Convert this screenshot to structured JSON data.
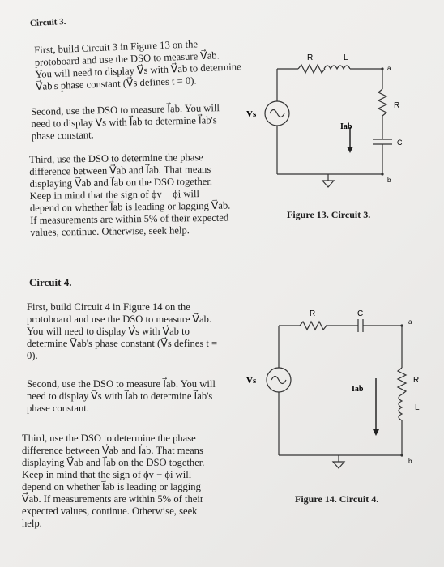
{
  "circuit3": {
    "heading": "Circuit 3.",
    "para1": [
      "First, build Circuit 3 in Figure 13 on the",
      "protoboard and use the DSO to measure V⃗ab.",
      "You will need to display V⃗s with V⃗ab to determine",
      "V⃗ab's phase constant (V⃗s defines t = 0)."
    ],
    "para2": [
      "Second, use the DSO to measure I⃗ab. You will",
      "need to display V⃗s with I⃗ab to determine I⃗ab's",
      "phase constant."
    ],
    "para3": [
      "Third, use the DSO to determine the phase",
      "difference between V⃗ab and I⃗ab. That means",
      "displaying V⃗ab and I⃗ab on the DSO together.",
      "Keep in mind that the sign of ϕv − ϕi will",
      "depend on whether I⃗ab is leading or lagging V⃗ab.",
      "If measurements are within 5% of their expected",
      "values, continue. Otherwise, seek help."
    ],
    "figure_caption": "Figure 13. Circuit 3.",
    "labels": {
      "R_top": "R",
      "L_top": "L",
      "a": "a",
      "b": "b",
      "R_side": "R",
      "C_side": "C",
      "Vs": "Vs",
      "Iab": "Iab"
    }
  },
  "circuit4": {
    "heading": "Circuit 4.",
    "para1": [
      "First, build Circuit 4 in Figure 14 on the",
      "protoboard and use the DSO to measure V⃗ab.",
      "You will need to display V⃗s with V⃗ab to",
      "determine V⃗ab's phase constant (V⃗s defines t =",
      "0)."
    ],
    "para2": [
      "Second, use the DSO to measure I⃗ab. You will",
      "need to display V⃗s with I⃗ab to determine I⃗ab's",
      "phase constant."
    ],
    "para3": [
      "Third, use the DSO to determine the phase",
      "difference between V⃗ab and I⃗ab. That means",
      "displaying V⃗ab and I⃗ab on the DSO together.",
      "Keep in mind that the sign of ϕv − ϕi will",
      "depend on whether I⃗ab is leading or lagging",
      "V⃗ab. If measurements are within 5% of their",
      "expected values, continue. Otherwise, seek",
      "help."
    ],
    "figure_caption": "Figure 14. Circuit 4.",
    "labels": {
      "R_top": "R",
      "C_top": "C",
      "a": "a",
      "b": "b",
      "R_side": "R",
      "L_side": "L",
      "Vs": "Vs",
      "Iab": "Iab"
    }
  }
}
